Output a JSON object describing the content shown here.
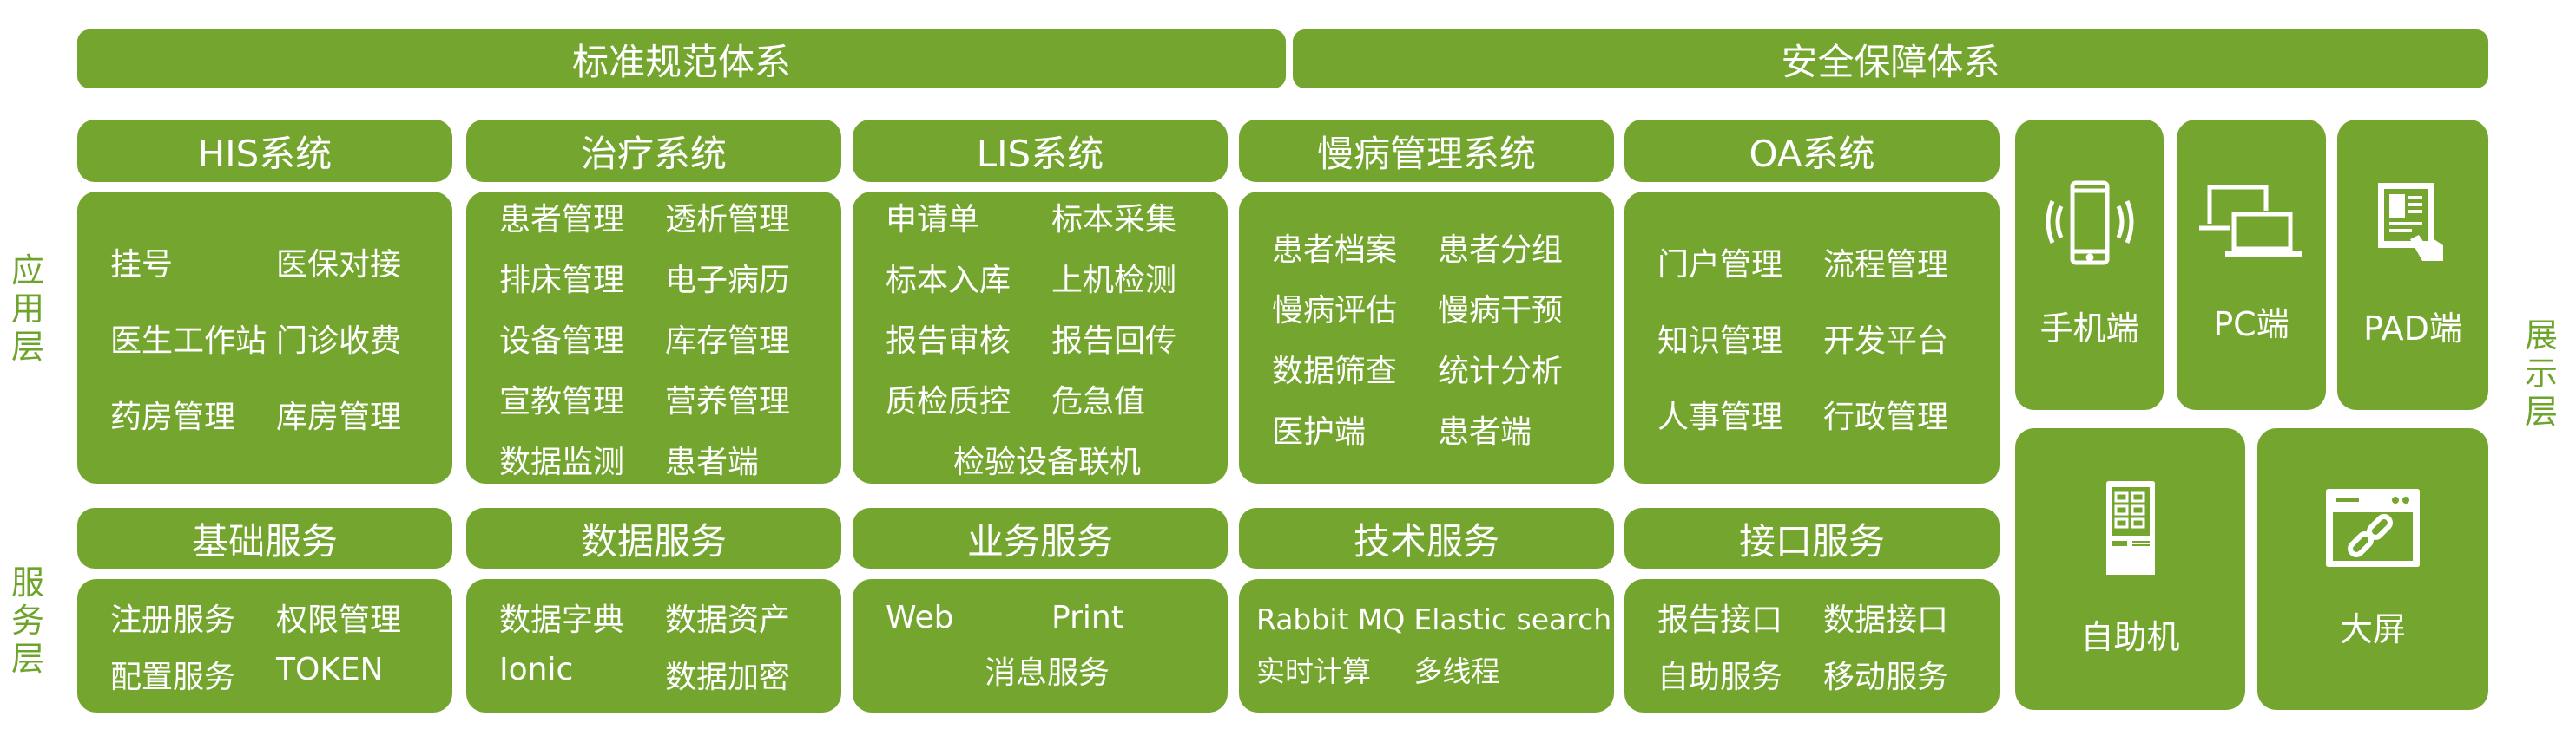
{
  "top_bars": [
    "标准规范体系",
    "安全保障体系"
  ],
  "layers": {
    "left_top": "应用层",
    "left_bottom": "服务层",
    "right": "展示层"
  },
  "app_systems": [
    {
      "title": "HIS系统",
      "items": [
        "挂号",
        "医保对接",
        "医生工作站",
        "门诊收费",
        "药房管理",
        "库房管理"
      ]
    },
    {
      "title": "治疗系统",
      "items": [
        "患者管理",
        "透析管理",
        "排床管理",
        "电子病历",
        "设备管理",
        "库存管理",
        "宣教管理",
        "营养管理",
        "数据监测",
        "患者端"
      ]
    },
    {
      "title": "LIS系统",
      "items": [
        "申请单",
        "标本采集",
        "标本入库",
        "上机检测",
        "报告审核",
        "报告回传",
        "质检质控",
        "危急值"
      ],
      "span_item": "检验设备联机"
    },
    {
      "title": "慢病管理系统",
      "items": [
        "患者档案",
        "患者分组",
        "慢病评估",
        "慢病干预",
        "数据筛查",
        "统计分析",
        "医护端",
        "患者端"
      ]
    },
    {
      "title": "OA系统",
      "items": [
        "门户管理",
        "流程管理",
        "知识管理",
        "开发平台",
        "人事管理",
        "行政管理"
      ]
    }
  ],
  "services": [
    {
      "title": "基础服务",
      "items": [
        "注册服务",
        "权限管理",
        "配置服务",
        "TOKEN"
      ]
    },
    {
      "title": "数据服务",
      "items": [
        "数据字典",
        "数据资产",
        "Ionic",
        "数据加密"
      ]
    },
    {
      "title": "业务服务",
      "items": [
        "Web",
        "Print"
      ],
      "span_item": "消息服务"
    },
    {
      "title": "技术服务",
      "items": [
        "Rabbit MQ",
        "Elastic search",
        "实时计算",
        "多线程"
      ]
    },
    {
      "title": "接口服务",
      "items": [
        "报告接口",
        "数据接口",
        "自助服务",
        "移动服务"
      ]
    }
  ],
  "terminals": [
    {
      "label": "手机端",
      "icon": "mobile-phone"
    },
    {
      "label": "PC端",
      "icon": "desktop-laptop"
    },
    {
      "label": "PAD端",
      "icon": "tablet-touch"
    },
    {
      "label": "自助机",
      "icon": "kiosk"
    },
    {
      "label": "大屏",
      "icon": "browser-link"
    }
  ],
  "colors": {
    "tile": "#74a52f",
    "layer_text": "#6ea42c"
  }
}
